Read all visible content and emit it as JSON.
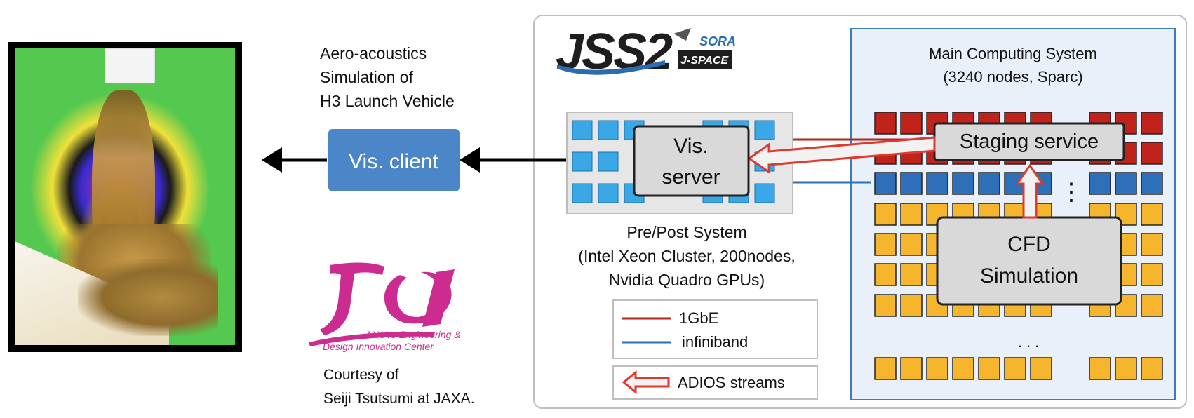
{
  "caption": {
    "lines": [
      "Aero-acoustics",
      "Simulation of",
      "H3 Launch Vehicle"
    ]
  },
  "vis_client": {
    "label": "Vis. client"
  },
  "jss2": {
    "logo_text": "JSS2",
    "sora_text": "SORA",
    "jspace_text": "J-SPACE"
  },
  "vis_server": {
    "lines": [
      "Vis.",
      "server"
    ]
  },
  "prepost": {
    "lines": [
      "Pre/Post System",
      "(Intel Xeon Cluster, 200nodes,",
      "Nvidia Quadro GPUs)"
    ]
  },
  "main_system": {
    "lines": [
      "Main Computing System",
      "(3240 nodes, Sparc)"
    ]
  },
  "staging": {
    "label": "Staging service"
  },
  "cfd": {
    "lines": [
      "CFD",
      "Simulation"
    ]
  },
  "legend": {
    "gbe": "1GbE",
    "infiniband": "infiniband",
    "adios": "ADIOS streams"
  },
  "jedi": {
    "logo_text": "JEDI",
    "tagline_lines": [
      "JAXA's Engineering &",
      "Design Innovation Center"
    ]
  },
  "courtesy": {
    "lines": [
      "Courtesy of",
      "Seiji Tsutsumi at JAXA."
    ]
  },
  "ellipsis": {
    "h": ". . .",
    "v": "⋮"
  },
  "colors": {
    "node_red": "#c0221c",
    "node_blue": "#2d6fb8",
    "node_yellow": "#f5b52c",
    "node_light_blue": "#3aa8e6",
    "panel_border": "#3a7cc0",
    "panel_fill": "#e8f0fa",
    "client_fill": "#4a86c8",
    "line_red": "#b3261e",
    "line_blue": "#2d6fb8",
    "arrow_red": "#e03a2e",
    "jedi_pink": "#cc2c8f"
  }
}
